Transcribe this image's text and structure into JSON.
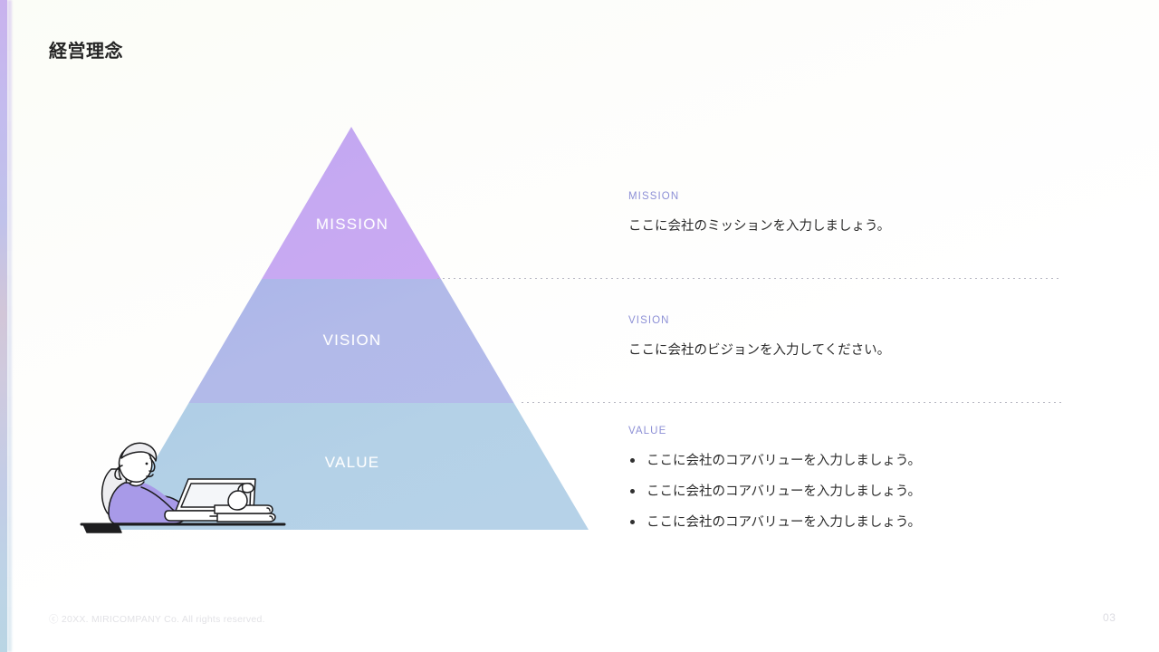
{
  "slide": {
    "title": "経営理念",
    "page_number": "03",
    "copyright": "ⓒ 20XX. MIRICOMPANY Co. All rights reserved."
  },
  "pyramid": {
    "tiers": [
      {
        "label": "MISSION",
        "color": "#c4a8f0"
      },
      {
        "label": "VISION",
        "color": "#afb8e8"
      },
      {
        "label": "VALUE",
        "color": "#b2d0e6"
      }
    ]
  },
  "illustration": {
    "name": "woman-at-laptop-illustration",
    "sweater_color": "#a89ae8",
    "line_color": "#1d1d1f",
    "hair_color": "#eeeef1"
  },
  "sections": [
    {
      "kicker": "MISSION",
      "kicker_color": "#8d90d6",
      "body": "ここに会社のミッションを入力しましょう。"
    },
    {
      "kicker": "VISION",
      "kicker_color": "#8d90d6",
      "body": "ここに会社のビジョンを入力してください。"
    },
    {
      "kicker": "VALUE",
      "kicker_color": "#8d90d6",
      "bullets": [
        "ここに会社のコアバリューを入力しましょう。",
        "ここに会社のコアバリューを入力しましょう。",
        "ここに会社のコアバリューを入力しましょう。"
      ]
    }
  ]
}
